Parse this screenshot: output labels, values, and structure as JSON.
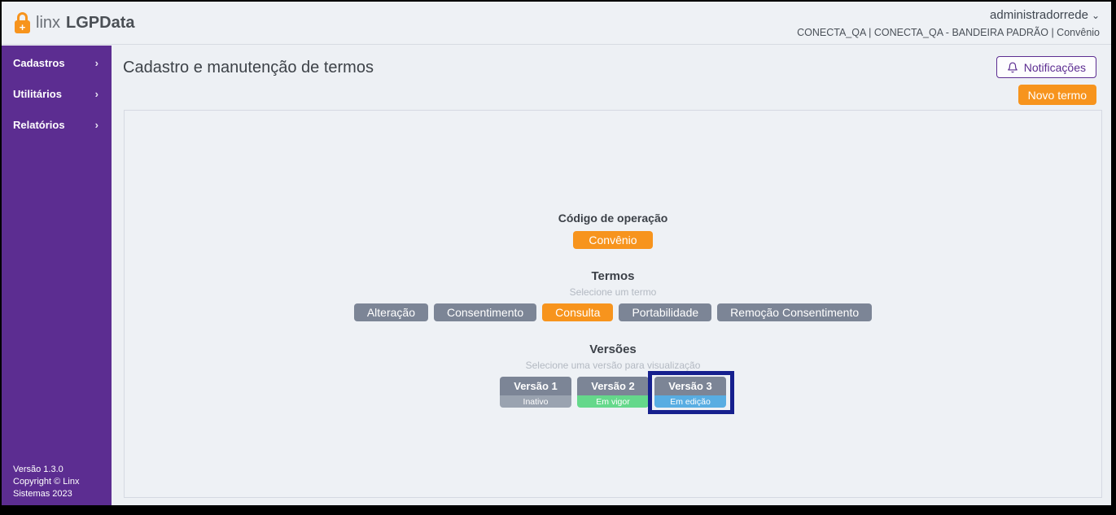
{
  "header": {
    "logo": {
      "brand": "linx",
      "product": "LGPData",
      "lock_plus": "+"
    },
    "user": {
      "name": "administradorrede",
      "caret": "⌄"
    },
    "context": "CONECTA_QA | CONECTA_QA - BANDEIRA PADRÃO | Convênio"
  },
  "sidebar": {
    "items": [
      {
        "label": "Cadastros"
      },
      {
        "label": "Utilitários"
      },
      {
        "label": "Relatórios"
      }
    ],
    "chevron": "›",
    "footer": {
      "version": "Versão 1.3.0",
      "copyright_line1": "Copyright © Linx",
      "copyright_line2": "Sistemas 2023"
    }
  },
  "page": {
    "title": "Cadastro e manutenção de termos",
    "notifications_label": "Notificações",
    "new_term_label": "Novo termo"
  },
  "content": {
    "operation_code": {
      "title": "Código de operação",
      "selected": "Convênio"
    },
    "terms": {
      "title": "Termos",
      "subtitle": "Selecione um termo",
      "options": [
        "Alteração",
        "Consentimento",
        "Consulta",
        "Portabilidade",
        "Remoção Consentimento"
      ],
      "selected": "Consulta"
    },
    "versions": {
      "title": "Versões",
      "subtitle": "Selecione uma versão para visualização",
      "items": [
        {
          "label": "Versão 1",
          "status": "Inativo",
          "status_color": "#9aa3b0",
          "highlighted": false
        },
        {
          "label": "Versão 2",
          "status": "Em vigor",
          "status_color": "#65d88b",
          "highlighted": false
        },
        {
          "label": "Versão 3",
          "status": "Em edição",
          "status_color": "#58ade2",
          "highlighted": true
        }
      ]
    }
  },
  "colors": {
    "sidebar_purple": "#5c2d91",
    "accent_orange": "#f7941d",
    "slate_button": "#7c8596",
    "highlight_navy": "#16208e",
    "status_green": "#65d88b",
    "status_blue": "#58ade2",
    "status_gray": "#9aa3b0"
  }
}
